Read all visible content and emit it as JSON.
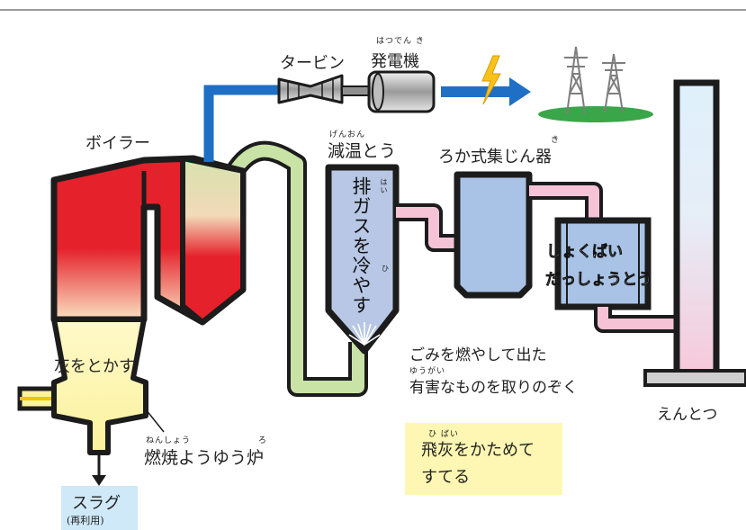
{
  "colors": {
    "boiler_red": "#e5212b",
    "boiler_green": "#c9dba0",
    "duct_green": "#c9e2a6",
    "cooling_blue": "#b7c7e5",
    "filter_blue": "#a9c3e6",
    "duct_pink": "#f6c3d6",
    "chimney_blue": "#dff0fb",
    "chimney_pink": "#f6c9da",
    "steam_blue": "#1f6fc4",
    "furnace_yellow": "#fbf29d",
    "slag_box": "#cfe9f8",
    "note_box": "#fdf7b3",
    "ground_green": "#3aa64a"
  },
  "labels": {
    "turbine": "タービン",
    "generator": "発電機",
    "generator_ruby": "はつでん き",
    "boiler": "ボイラー",
    "cooling_tower": "減温とう",
    "cooling_tower_ruby": "げんおん",
    "bag_filter": "ろか式集じん器",
    "bag_filter_ruby": "き",
    "exhaust_cooling": "排ガスを冷やす",
    "exhaust_ruby_hai": "はい",
    "exhaust_ruby_hi": "ひ",
    "catalyst_line1": "しょくばい",
    "catalyst_line2": "だっしょうとう",
    "chimney": "えんとつ",
    "melt_ash": "灰をとかす",
    "incinerator": "燃焼ようゆう炉",
    "incinerator_ruby1": "ねんしょう",
    "incinerator_ruby2": "ろ",
    "slag": "スラグ",
    "slag_sub": "(再利用)",
    "harmful_line1": "ごみを燃やして出た",
    "harmful_line2": "有害なものを取りのぞく",
    "harmful_ruby": "ゆうがい",
    "fly_ash_line1": "飛灰をかためて",
    "fly_ash_line2": "すてる",
    "fly_ash_ruby": "ひ ばい"
  }
}
